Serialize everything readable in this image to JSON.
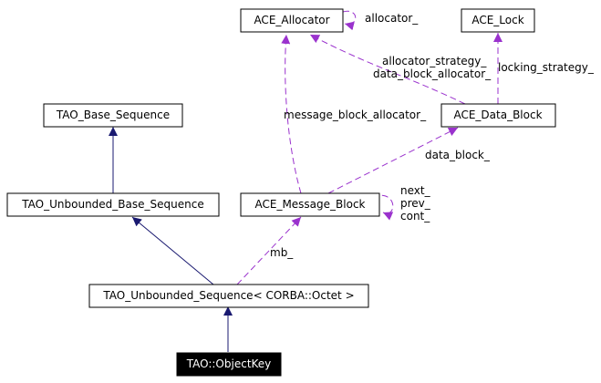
{
  "colors": {
    "inheritance": "#191970",
    "member": "#9a32cd",
    "node_border": "#000000",
    "focus_fill": "#000000",
    "focus_text": "#ffffff"
  },
  "nodes": {
    "ace_allocator": "ACE_Allocator",
    "ace_lock": "ACE_Lock",
    "tao_base_sequence": "TAO_Base_Sequence",
    "ace_data_block": "ACE_Data_Block",
    "tao_unbounded_base_sequence": "TAO_Unbounded_Base_Sequence",
    "ace_message_block": "ACE_Message_Block",
    "tao_unbounded_sequence": "TAO_Unbounded_Sequence< CORBA::Octet >",
    "tao_objectkey": "TAO::ObjectKey"
  },
  "edge_labels": {
    "allocator": "allocator_",
    "allocator_strategy": "allocator_strategy_",
    "data_block_allocator": "data_block_allocator_",
    "locking_strategy": "locking_strategy_",
    "message_block_allocator": "message_block_allocator_",
    "data_block": "data_block_",
    "next": "next_",
    "prev": "prev_",
    "cont": "cont_",
    "mb": "mb_"
  }
}
